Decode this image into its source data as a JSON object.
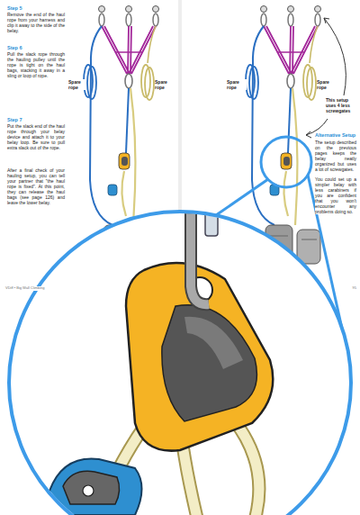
{
  "diagram": {
    "labels": [
      "Step 5",
      "Remove the end of the haul rope from your harness and clip it away to the side of the belay.",
      "Step 6",
      "Pull the slack rope through the hauling pulley until the rope is tight on the haul bags, stacking it away in a sling or loop of rope.",
      "Step 7",
      "Put the slack end of the haul rope through your belay device and attach it to your belay loop. Be sure to pull extra slack out of the rope.",
      "After a final check of your hauling setup, you can tell your partner that \"the haul rope is fixed\". At this point, they can release the haul bags (see page 126) and leave the lower belay.",
      "Spare rope",
      "Spare rope",
      "VDiff • Big Wall Climbing",
      "Spare rope",
      "Spare rope",
      "This setup uses 4 less screwgates",
      "Alternative Setup",
      "The setup described on the previous pages keeps the belay neatly organized but uses a lot of screwgates.",
      "You could set up a simpler belay with less carabiners if you are confident that you won't encounter any problems doing so.",
      "95"
    ]
  }
}
